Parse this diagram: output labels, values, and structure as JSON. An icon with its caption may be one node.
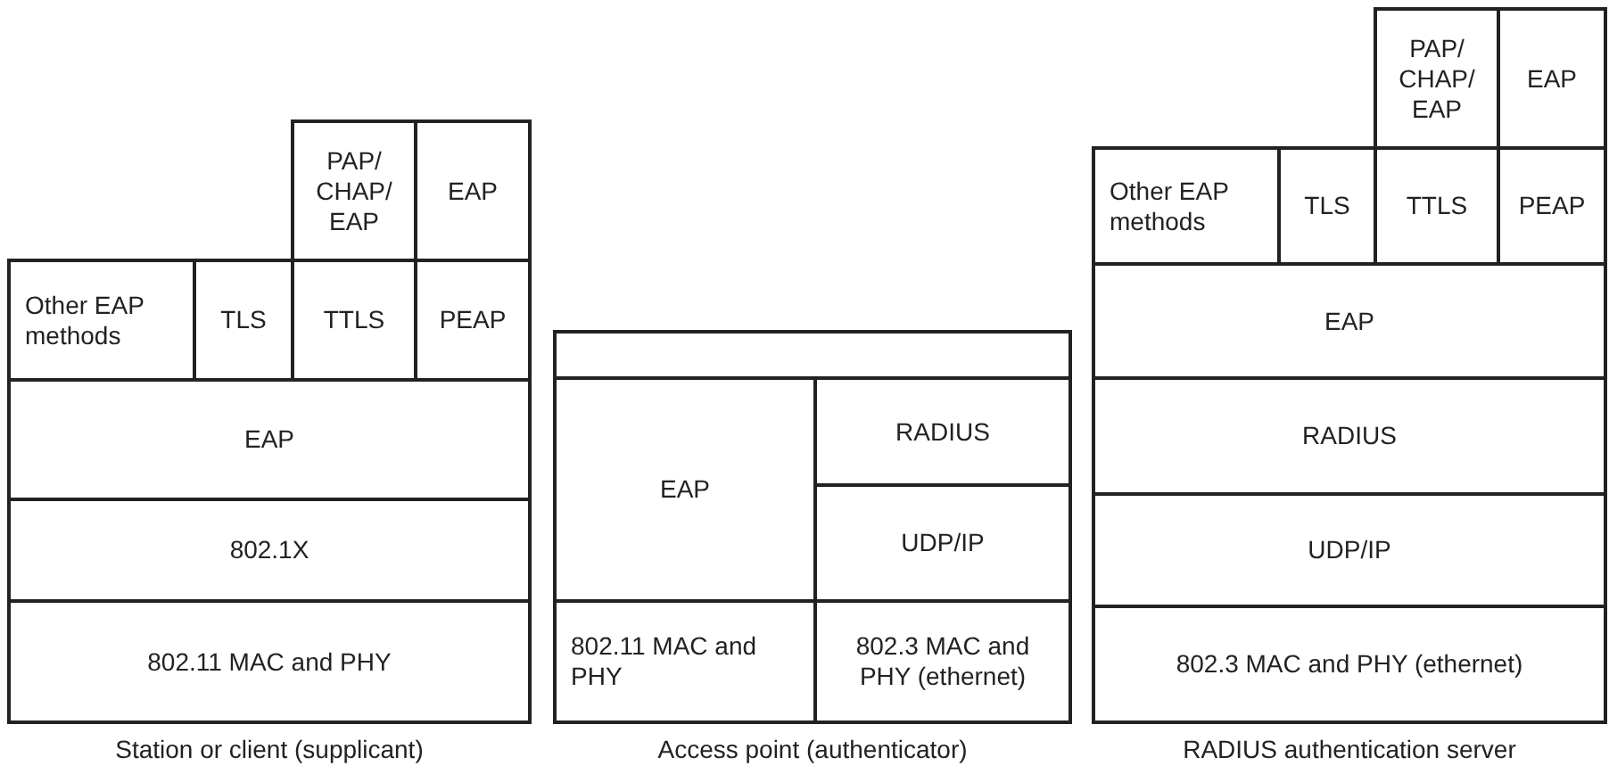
{
  "diagram": {
    "nodes": [
      {
        "text": [
          "PAP/ CHAP/ EAP"
        ]
      },
      {
        "text": [
          "EAP"
        ]
      },
      {
        "text": [
          "Other EAP methods"
        ]
      },
      {
        "text": [
          "TLS"
        ]
      },
      {
        "text": [
          "TTLS"
        ]
      },
      {
        "text": [
          "PEAP"
        ]
      },
      {
        "text": [
          "EAP"
        ]
      },
      {
        "text": [
          "802.1X"
        ]
      },
      {
        "text": [
          "802.11 MAC and PHY"
        ]
      },
      {
        "text": [],
        "shape": "box"
      },
      {
        "text": [
          "EAP"
        ]
      },
      {
        "text": [
          "RADIUS"
        ]
      },
      {
        "text": [
          "UDP/IP"
        ]
      },
      {
        "text": [
          "802.11 MAC and PHY"
        ]
      },
      {
        "text": [
          "802.3 MAC and PHY (ethernet)"
        ]
      },
      {
        "text": [
          "PAP/ CHAP/ EAP"
        ]
      },
      {
        "text": [
          "EAP"
        ]
      },
      {
        "text": [
          "Other EAP methods"
        ]
      },
      {
        "text": [
          "TLS"
        ]
      },
      {
        "text": [
          "TTLS"
        ]
      },
      {
        "text": [
          "PEAP"
        ]
      },
      {
        "text": [
          "EAP"
        ]
      },
      {
        "text": [
          "RADIUS"
        ]
      },
      {
        "text": [
          "UDP/IP"
        ]
      },
      {
        "text": [
          "802.3 MAC and PHY (ethernet)"
        ]
      }
    ],
    "labels": [
      "Station or client (supplicant)",
      "Access point (authenticator)",
      "RADIUS authentication server"
    ]
  }
}
